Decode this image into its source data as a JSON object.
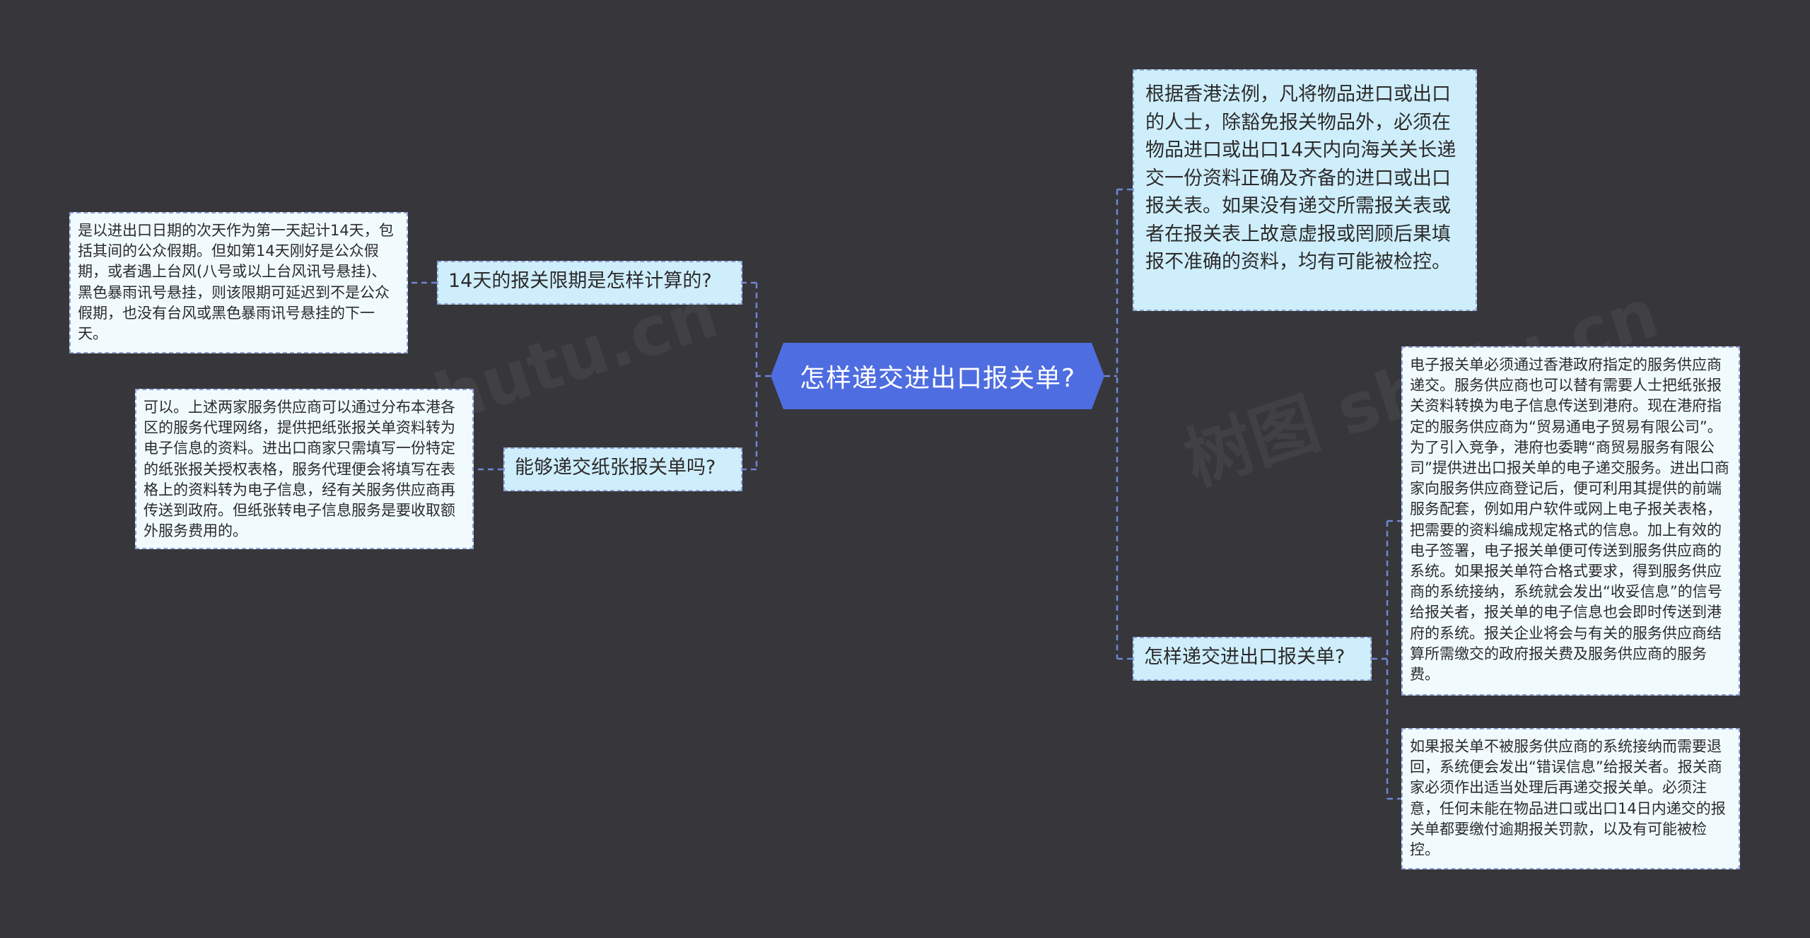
{
  "central": {
    "label": "怎样递交进出口报关单?"
  },
  "left_branches": [
    {
      "label": "14天的报关限期是怎样计算的?",
      "detail": "是以进出口日期的次天作为第一天起计14天，包括其间的公众假期。但如第14天刚好是公众假期，或者遇上台风(八号或以上台风讯号悬挂)、黑色暴雨讯号悬挂，则该限期可延迟到不是公众假期，也没有台风或黑色暴雨讯号悬挂的下一天。"
    },
    {
      "label": "能够递交纸张报关单吗?",
      "detail": "可以。上述两家服务供应商可以通过分布本港各区的服务代理网络，提供把纸张报关单资料转为电子信息的资料。进出口商家只需填写一份特定的纸张报关授权表格，服务代理便会将填写在表格上的资料转为电子信息，经有关服务供应商再传送到政府。但纸张转电子信息服务是要收取额外服务费用的。"
    }
  ],
  "right_top": {
    "text": "根据香港法例，凡将物品进口或出口的人士，除豁免报关物品外，必须在物品进口或出口14天内向海关关长递交一份资料正确及齐备的进口或出口报关表。如果没有递交所需报关表或者在报关表上故意虚报或罔顾后果填报不准确的资料，均有可能被检控。"
  },
  "right_branch": {
    "label": "怎样递交进出口报关单?",
    "details": [
      "电子报关单必须通过香港政府指定的服务供应商递交。服务供应商也可以替有需要人士把纸张报关资料转换为电子信息传送到港府。现在港府指定的服务供应商为“贸易通电子贸易有限公司”。为了引入竞争，港府也委聘“商贸易服务有限公司”提供进出口报关单的电子递交服务。进出口商家向服务供应商登记后，便可利用其提供的前端服务配套，例如用户软件或网上电子报关表格，把需要的资料编成规定格式的信息。加上有效的电子签署，电子报关单便可传送到服务供应商的系统。如果报关单符合格式要求，得到服务供应商的系统接纳，系统就会发出“收妥信息”的信号给报关者，报关单的电子信息也会即时传送到港府的系统。报关企业将会与有关的服务供应商结算所需缴交的政府报关费及服务供应商的服务费。",
      "如果报关单不被服务供应商的系统接纳而需要退回，系统便会发出“错误信息”给报关者。报关商家必须作出适当处理后再递交报关单。必须注意，任何未能在物品进口或出口14日内递交的报关单都要缴付逾期报关罚款，以及有可能被检控。"
    ]
  },
  "colors": {
    "background": "#37363a",
    "central_fill": "#4e6de0",
    "branch_fill": "#cfeefc",
    "leaf_fill": "#f1fbfe",
    "connector": "#6f86d6"
  }
}
